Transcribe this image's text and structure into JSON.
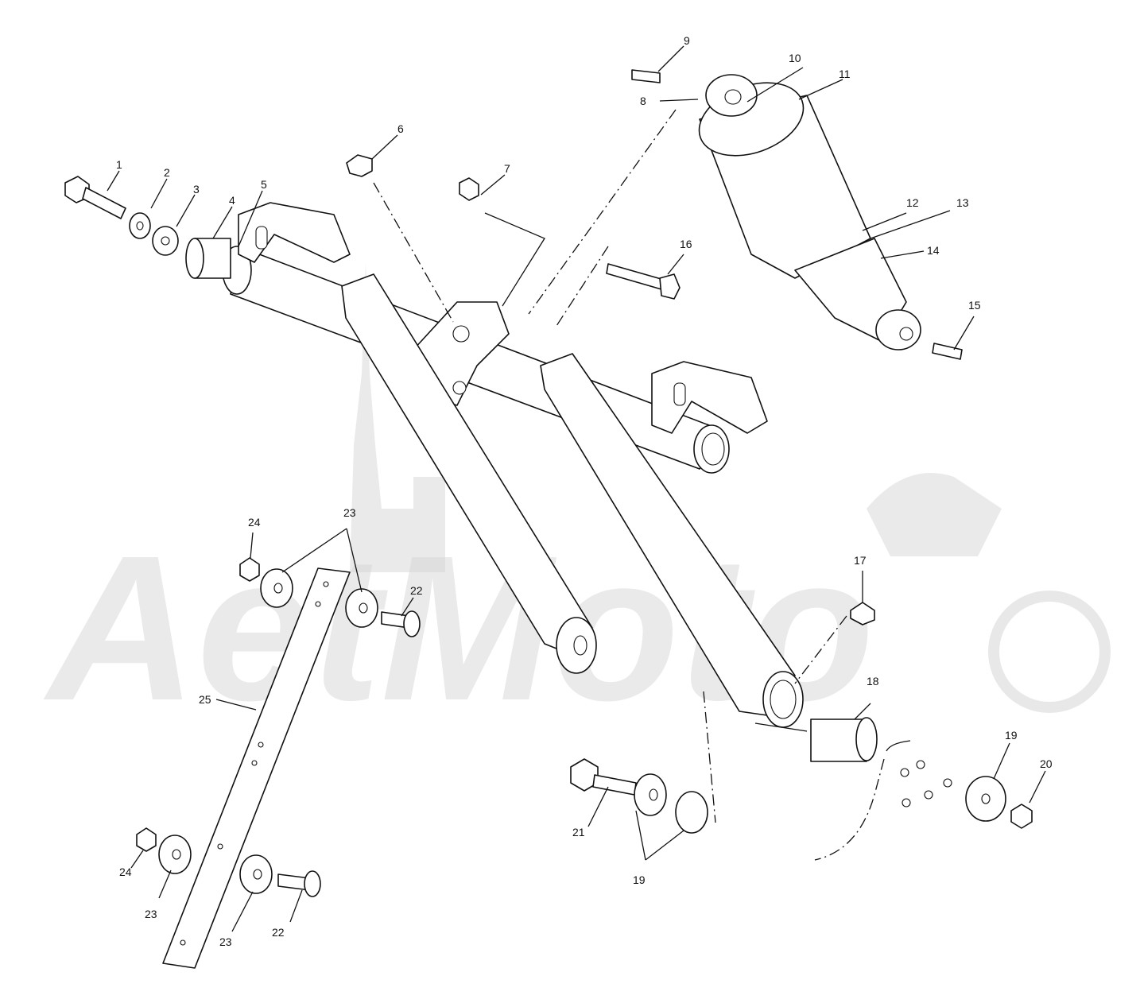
{
  "diagram": {
    "callouts": [
      {
        "id": "1",
        "text": "1"
      },
      {
        "id": "2",
        "text": "2"
      },
      {
        "id": "3",
        "text": "3"
      },
      {
        "id": "4",
        "text": "4"
      },
      {
        "id": "5",
        "text": "5"
      },
      {
        "id": "6",
        "text": "6"
      },
      {
        "id": "7",
        "text": "7"
      },
      {
        "id": "8",
        "text": "8"
      },
      {
        "id": "9",
        "text": "9"
      },
      {
        "id": "10",
        "text": "10"
      },
      {
        "id": "11",
        "text": "11"
      },
      {
        "id": "12",
        "text": "12"
      },
      {
        "id": "13",
        "text": "13"
      },
      {
        "id": "14",
        "text": "14"
      },
      {
        "id": "15",
        "text": "15"
      },
      {
        "id": "16",
        "text": "16"
      },
      {
        "id": "17",
        "text": "17"
      },
      {
        "id": "18",
        "text": "18"
      },
      {
        "id": "19a",
        "text": "19"
      },
      {
        "id": "19b",
        "text": "19"
      },
      {
        "id": "20",
        "text": "20"
      },
      {
        "id": "21",
        "text": "21"
      },
      {
        "id": "22a",
        "text": "22"
      },
      {
        "id": "22b",
        "text": "22"
      },
      {
        "id": "23a",
        "text": "23"
      },
      {
        "id": "23b",
        "text": "23"
      },
      {
        "id": "23c",
        "text": "23"
      },
      {
        "id": "24a",
        "text": "24"
      },
      {
        "id": "24b",
        "text": "24"
      },
      {
        "id": "25",
        "text": "25"
      }
    ],
    "watermark": {
      "text": "AetMoto"
    }
  }
}
